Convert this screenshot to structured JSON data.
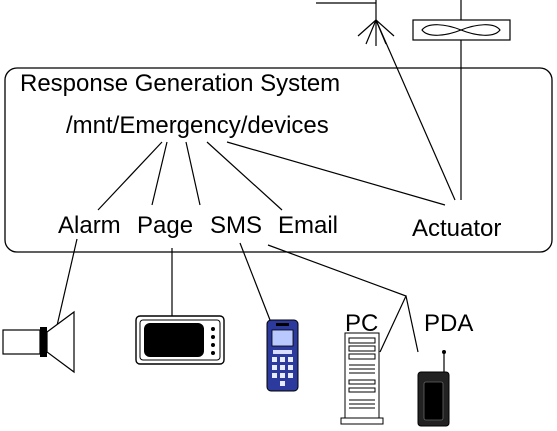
{
  "system": {
    "title": "Response Generation System",
    "path": "/mnt/Emergency/devices"
  },
  "channels": {
    "alarm": "Alarm",
    "page": "Page",
    "sms": "SMS",
    "email": "Email",
    "actuator": "Actuator"
  },
  "devices": {
    "pc": "PC",
    "pda": "PDA"
  },
  "icons": {
    "antenna": "antenna-icon",
    "fan": "fan-icon",
    "siren": "siren-icon",
    "pager": "pager-icon",
    "phone": "cell-phone-icon",
    "pc": "desktop-pc-icon",
    "pda": "pda-icon"
  },
  "colors": {
    "stroke": "#000000",
    "phone_body": "#2b3a9c",
    "phone_screen": "#b9c8ff",
    "pda_body": "#222222"
  }
}
